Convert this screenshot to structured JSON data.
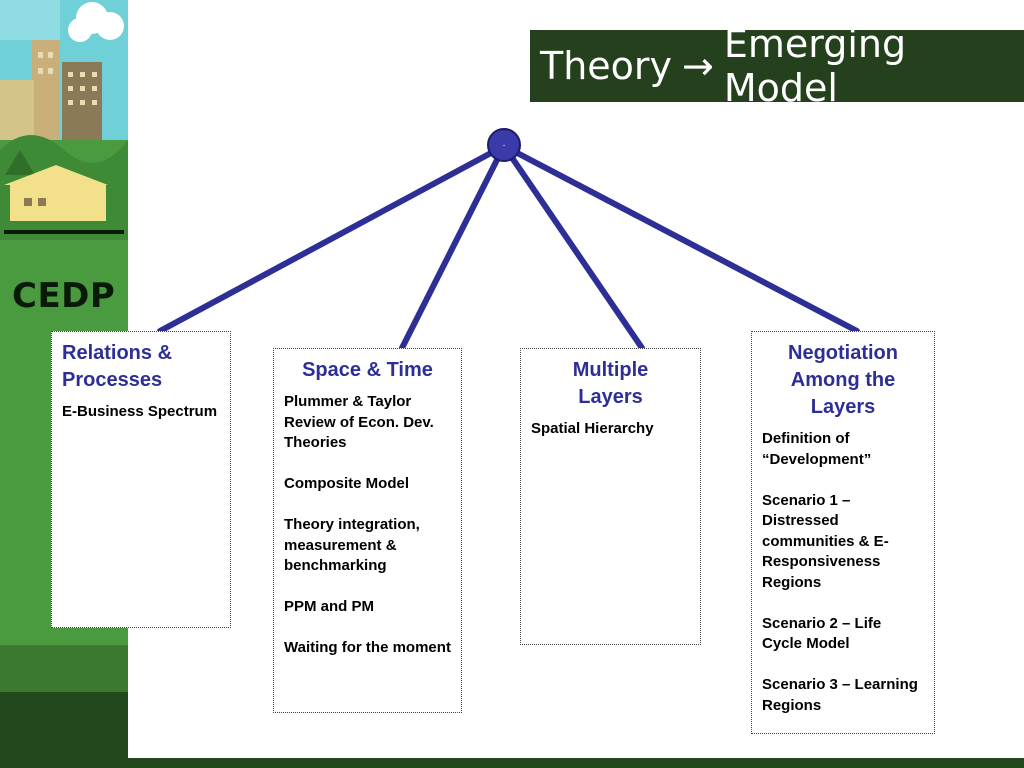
{
  "sidebar": {
    "brand": "CEDP"
  },
  "title": {
    "left": "Theory",
    "arrow": "→",
    "right": "Emerging Model"
  },
  "root_node": {
    "label": "."
  },
  "colors": {
    "accent": "#2e2f96",
    "title_bg": "#24401c",
    "sidebar": "#4a9a40"
  },
  "boxes": [
    {
      "heading": "Relations & Processes",
      "items": [
        "E-Business Spectrum"
      ]
    },
    {
      "heading": "Space & Time",
      "items": [
        "Plummer & Taylor Review of Econ. Dev. Theories",
        "Composite Model",
        "Theory integration, measurement & benchmarking",
        "PPM and PM",
        "Waiting for the moment"
      ]
    },
    {
      "heading": "Multiple Layers",
      "items": [
        "Spatial Hierarchy"
      ]
    },
    {
      "heading": "Negotiation Among the Layers",
      "items": [
        "Definition of “Development”",
        "Scenario 1 – Distressed communities & E-Responsiveness Regions",
        "Scenario 2 – Life Cycle Model",
        "Scenario 3 – Learning Regions"
      ]
    }
  ]
}
